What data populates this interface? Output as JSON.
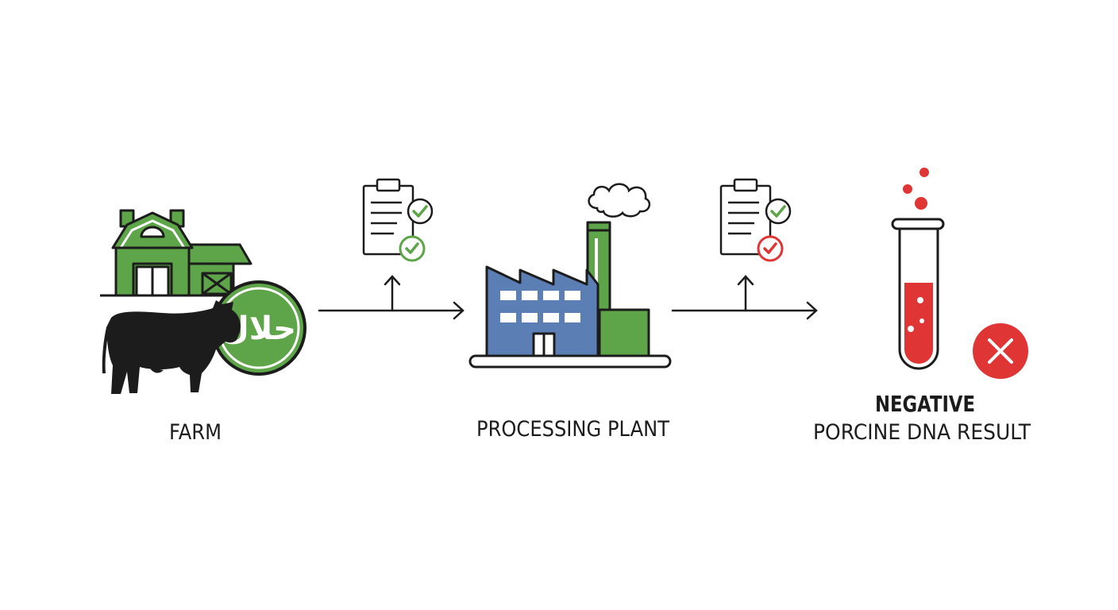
{
  "colors": {
    "green": "#5da548",
    "blue": "#5b7fb5",
    "red": "#e03535",
    "ink": "#1c1c1c"
  },
  "stages": {
    "farm": {
      "label": "FARM",
      "badge_text": "حلال",
      "icons": [
        "barn-icon",
        "cow-icon",
        "halal-badge-icon"
      ]
    },
    "plant": {
      "label": "PROCESSING PLANT",
      "icons": [
        "factory-icon",
        "smoke-icon"
      ]
    },
    "result": {
      "title": "NEGATIVE",
      "label": "PORCINE DNA RESULT",
      "icons": [
        "test-tube-icon",
        "cross-icon"
      ]
    }
  },
  "checkpoints": [
    {
      "icon": "clipboard-icon",
      "top_check": "check-icon",
      "bottom_check": "check-icon",
      "bottom_color": "#5da548"
    },
    {
      "icon": "clipboard-icon",
      "top_check": "check-icon",
      "bottom_check": "check-icon",
      "bottom_color": "#e03535"
    }
  ]
}
